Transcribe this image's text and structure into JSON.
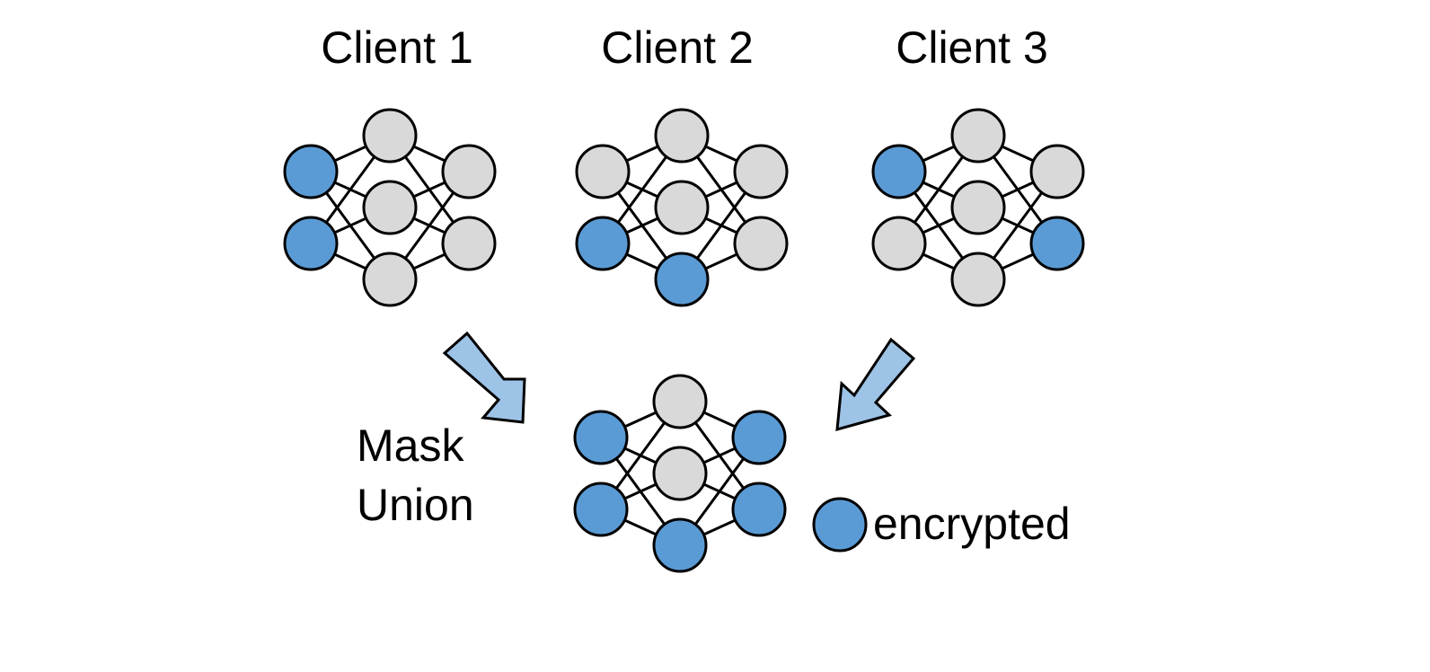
{
  "colors": {
    "encrypted": "#5b9bd5",
    "plain": "#d9d9d9",
    "arrow": "#9dc3e6",
    "stroke": "#000000"
  },
  "clients": [
    {
      "title": "Client 1",
      "encrypted_nodes": [
        "input-0",
        "input-1"
      ]
    },
    {
      "title": "Client 2",
      "encrypted_nodes": [
        "hidden-2",
        "input-1"
      ]
    },
    {
      "title": "Client 3",
      "encrypted_nodes": [
        "input-0",
        "output-1"
      ]
    }
  ],
  "aggregate": {
    "label_line1": "Mask",
    "label_line2": "Union",
    "encrypted_nodes": [
      "input-0",
      "input-1",
      "output-0",
      "output-1",
      "hidden-2"
    ]
  },
  "legend": {
    "label": "encrypted",
    "icon": "encrypted-node-icon"
  }
}
